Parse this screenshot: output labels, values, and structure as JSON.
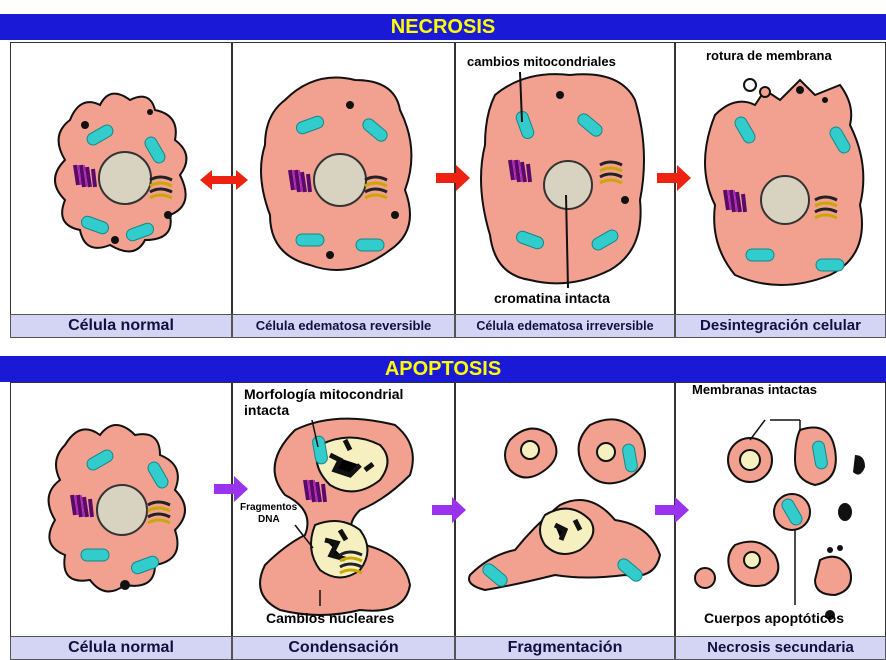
{
  "necrosis": {
    "title": "NECROSIS",
    "captions": [
      "Célula normal",
      "Célula edematosa reversible",
      "Célula edematosa irreversible",
      "Desintegración celular"
    ],
    "annotations": {
      "mito": "cambios mitocondriales",
      "chromatin": "cromatina intacta",
      "membrane": "rotura de membrana"
    }
  },
  "apoptosis": {
    "title": "APOPTOSIS",
    "captions": [
      "Célula normal",
      "Condensación",
      "Fragmentación",
      "Necrosis secundaria"
    ],
    "annotations": {
      "mito_line1": "Morfología mitocondrial",
      "mito_line2": "intacta",
      "dna_line1": "Fragmentos",
      "dna_line2": "DNA",
      "nuclear": "Cambios nucleares",
      "membranes": "Membranas intactas",
      "bodies": "Cuerpos apoptóticos"
    }
  },
  "colors": {
    "band": "#1a1ad6",
    "title": "#ffff00",
    "caption_bg": "#d4d4f4",
    "cytoplasm": "#f2a090",
    "mitochondria": "#33cccc",
    "nucleus": "#d8d2c0",
    "arrow_necrosis": "#ee2211",
    "arrow_apoptosis": "#9933ee"
  }
}
